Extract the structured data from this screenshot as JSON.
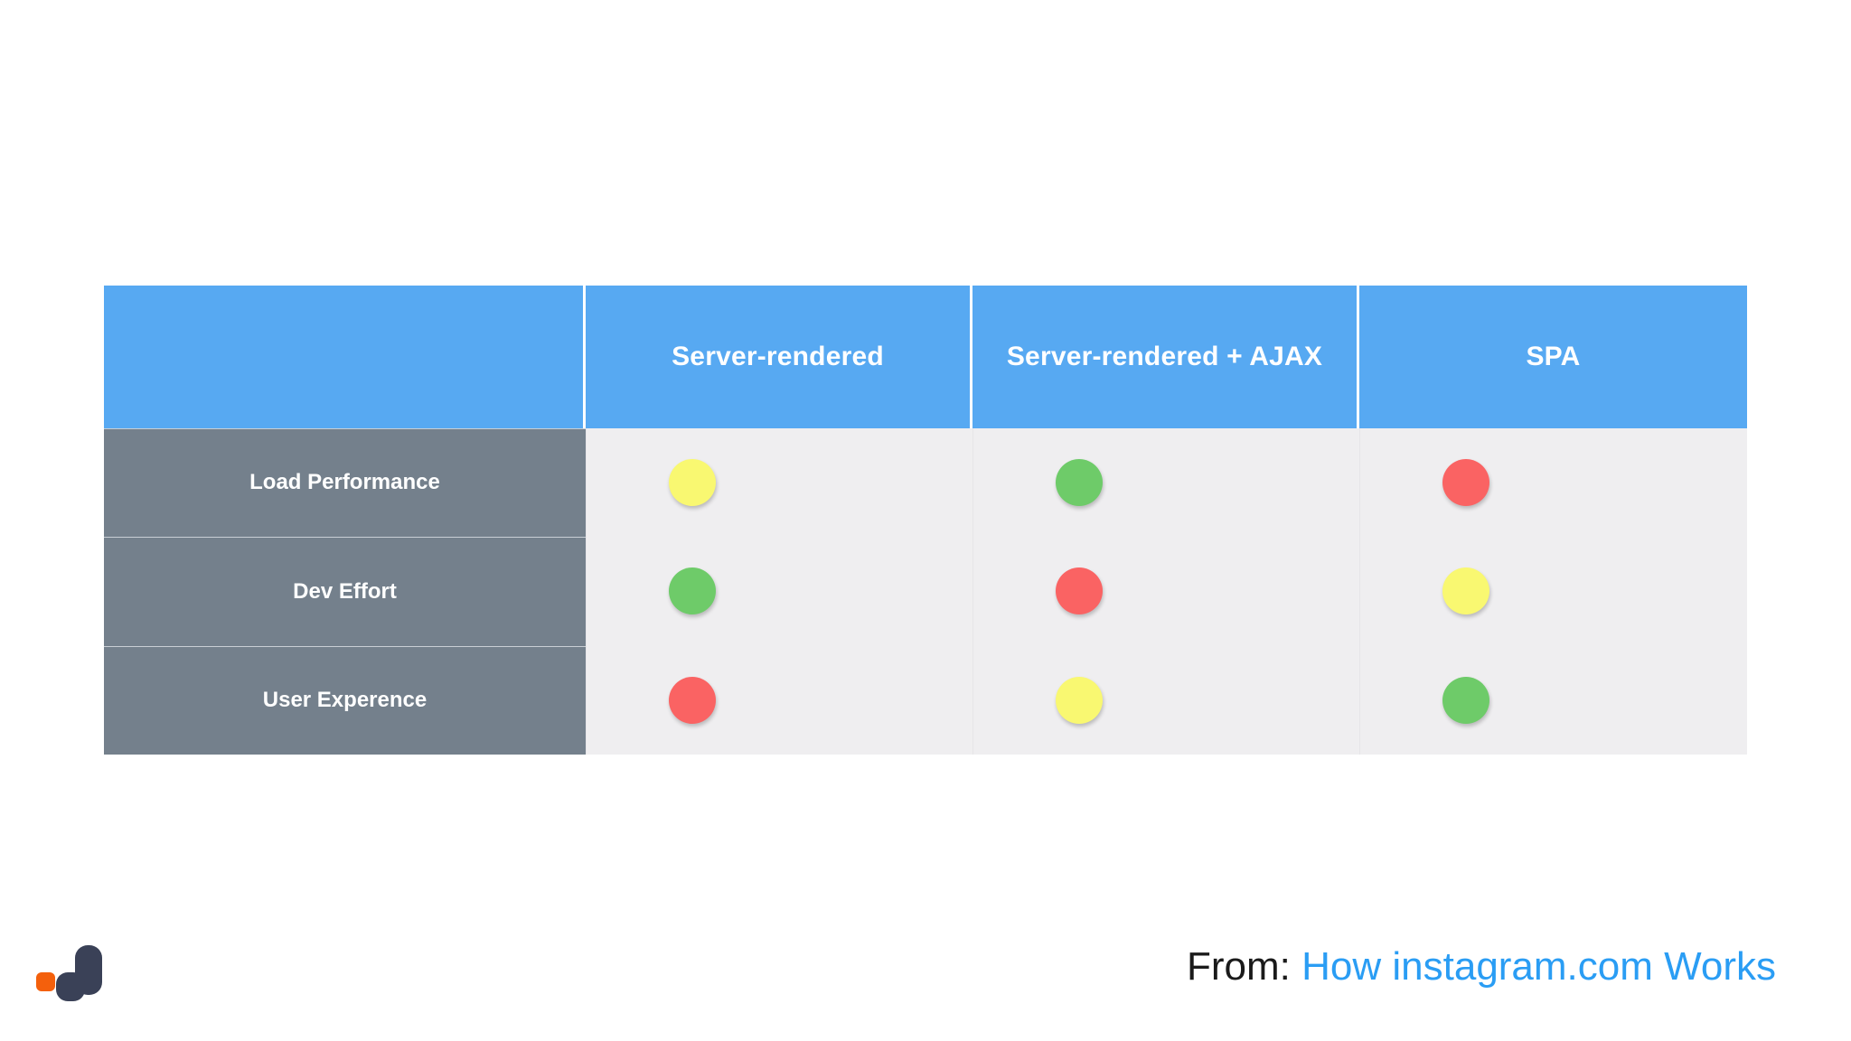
{
  "table": {
    "corner_label": "",
    "columns": [
      {
        "id": "server-rendered",
        "label": "Server-rendered"
      },
      {
        "id": "server-rendered-ajax",
        "label": "Server-rendered + AJAX"
      },
      {
        "id": "spa",
        "label": "SPA"
      }
    ],
    "rows": [
      {
        "id": "load-performance",
        "label": "Load Performance",
        "values": [
          {
            "column": "server-rendered",
            "rating": "yellow"
          },
          {
            "column": "server-rendered-ajax",
            "rating": "green"
          },
          {
            "column": "spa",
            "rating": "red"
          }
        ]
      },
      {
        "id": "dev-effort",
        "label": "Dev Effort",
        "values": [
          {
            "column": "server-rendered",
            "rating": "green"
          },
          {
            "column": "server-rendered-ajax",
            "rating": "red"
          },
          {
            "column": "spa",
            "rating": "yellow"
          }
        ]
      },
      {
        "id": "user-experence",
        "label": "User Experence",
        "values": [
          {
            "column": "server-rendered",
            "rating": "red"
          },
          {
            "column": "server-rendered-ajax",
            "rating": "yellow"
          },
          {
            "column": "spa",
            "rating": "green"
          }
        ]
      }
    ]
  },
  "attribution": {
    "prefix": "From: ",
    "link_text": "How instagram.com Works"
  },
  "logo": {
    "name": "brand-logo-j-mark",
    "dark_color": "#3a4157",
    "accent_color": "#f4600c"
  },
  "colors": {
    "header_blue": "#57a9f2",
    "label_gray": "#74808c",
    "cell_background": "#efeef0",
    "rating_green": "#6ecb69",
    "rating_yellow": "#f9f871",
    "rating_red": "#fa6363",
    "link_blue": "#2a9df4",
    "page_background": "#ffffff"
  }
}
